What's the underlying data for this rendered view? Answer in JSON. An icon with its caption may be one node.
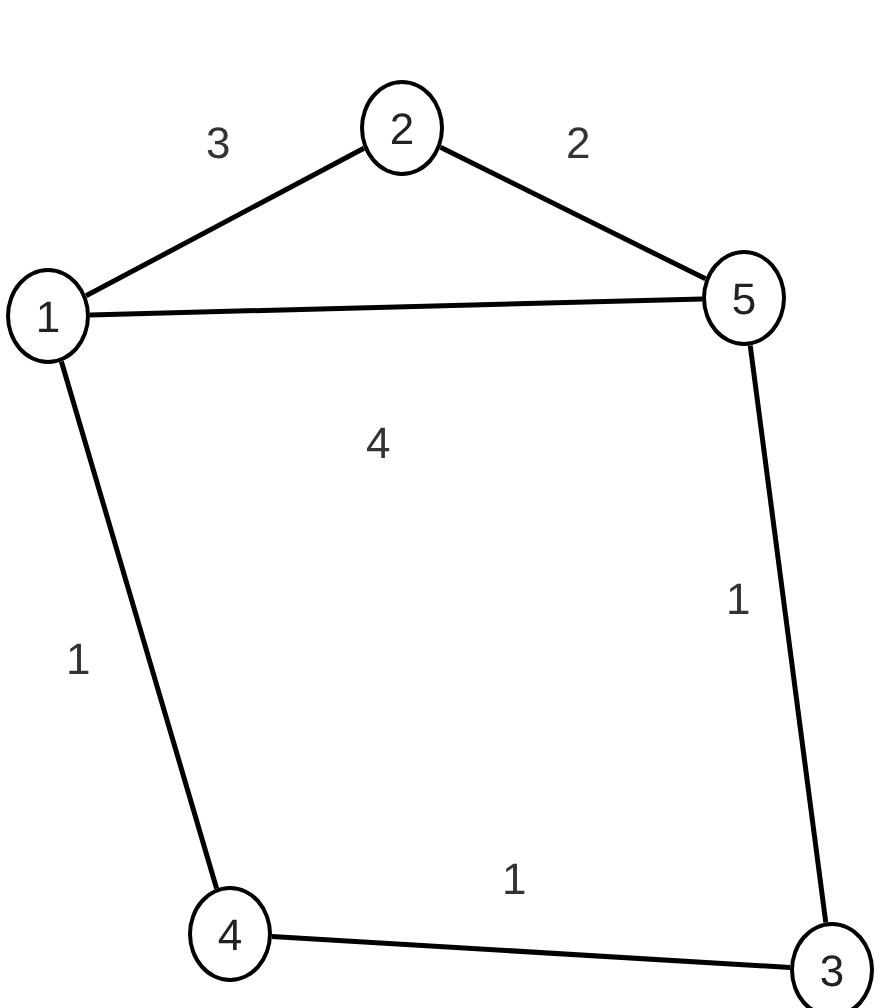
{
  "diagram": {
    "nodes": [
      {
        "text": [
          "2"
        ]
      },
      {
        "text": [
          "1"
        ]
      },
      {
        "text": [
          "5"
        ]
      },
      {
        "text": [
          "4"
        ]
      },
      {
        "text": [
          "3"
        ]
      }
    ],
    "edges": [
      {
        "from": 1,
        "to": 0,
        "arrow": "none",
        "label": "3"
      },
      {
        "from": 0,
        "to": 2,
        "arrow": "none",
        "label": "2"
      },
      {
        "from": 1,
        "to": 2,
        "arrow": "none",
        "label": "4"
      },
      {
        "from": 1,
        "to": 3,
        "arrow": "none",
        "label": "1"
      },
      {
        "from": 2,
        "to": 4,
        "arrow": "none",
        "label": "1"
      },
      {
        "from": 3,
        "to": 4,
        "arrow": "none",
        "label": "1"
      }
    ]
  }
}
